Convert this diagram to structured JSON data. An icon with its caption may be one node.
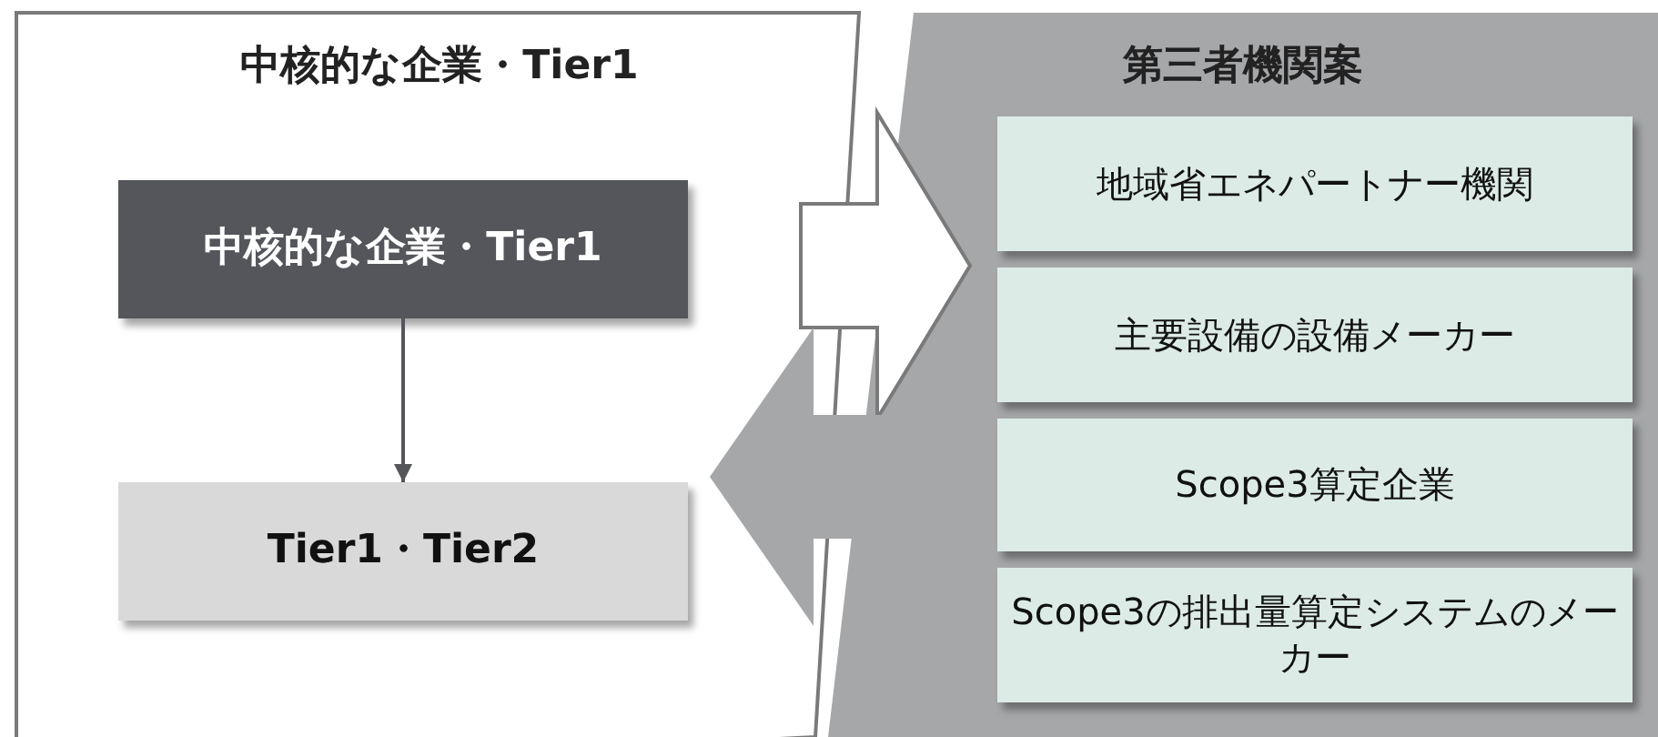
{
  "diagram": {
    "nodes": [
      {
        "text": [
          "中核的な企業・Tier1"
        ]
      },
      {
        "text": [
          "中核的な企業・Tier1"
        ],
        "in": 0
      },
      {
        "text": [
          "Tier1・Tier2"
        ],
        "in": 0
      },
      {
        "text": [
          "第三者機関案"
        ]
      },
      {
        "text": [
          "地域省エネパートナー機関"
        ],
        "in": 3
      },
      {
        "text": [
          "主要設備の設備メーカー"
        ],
        "in": 3
      },
      {
        "text": [
          "Scope3算定企業"
        ],
        "in": 3
      },
      {
        "text": [
          "Scope3の排出量算定システムのメーカー"
        ],
        "in": 3
      }
    ],
    "edges": [
      {
        "from": 1,
        "to": 2,
        "arrow": "to"
      },
      {
        "from": 0,
        "to": 3,
        "arrow": "to",
        "style": "thick",
        "color": "#ffffff"
      },
      {
        "from": 3,
        "to": 0,
        "arrow": "to",
        "style": "thick",
        "color": "#a6a7a9"
      }
    ]
  }
}
